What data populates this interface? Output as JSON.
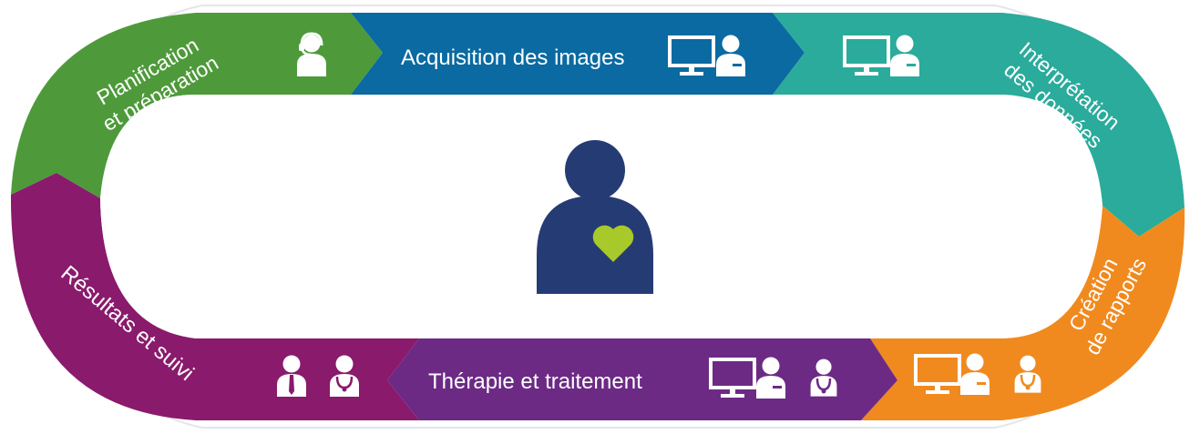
{
  "stages": [
    {
      "id": "planning",
      "lines": [
        "Planification",
        "et préparation"
      ],
      "color": "#4e9a3b",
      "icons": [
        "headset-user-icon"
      ]
    },
    {
      "id": "acquisition",
      "lines": [
        "Acquisition des images"
      ],
      "color": "#0a6aa1",
      "icons": [
        "monitor-icon",
        "clinician-icon"
      ]
    },
    {
      "id": "interpretation",
      "lines": [
        "Interprétation",
        "des données"
      ],
      "color": "#2aab9b",
      "icons": [
        "monitor-icon",
        "clinician-icon"
      ]
    },
    {
      "id": "reporting",
      "lines": [
        "Création",
        "de rapports"
      ],
      "color": "#f08a1e",
      "icons": [
        "monitor-icon",
        "clinician-icon",
        "doctor-stethoscope-icon"
      ]
    },
    {
      "id": "therapy",
      "lines": [
        "Thérapie et traitement"
      ],
      "color": "#6c2a85",
      "icons": [
        "monitor-icon",
        "clinician-icon",
        "doctor-stethoscope-icon"
      ]
    },
    {
      "id": "results",
      "lines": [
        "Résultats et suivi"
      ],
      "color": "#8a1a6c",
      "icons": [
        "businessman-icon",
        "doctor-stethoscope-icon"
      ]
    }
  ],
  "center": {
    "icon": "patient-heart-icon",
    "body_color": "#253b74",
    "heart_color": "#a8c92a"
  }
}
